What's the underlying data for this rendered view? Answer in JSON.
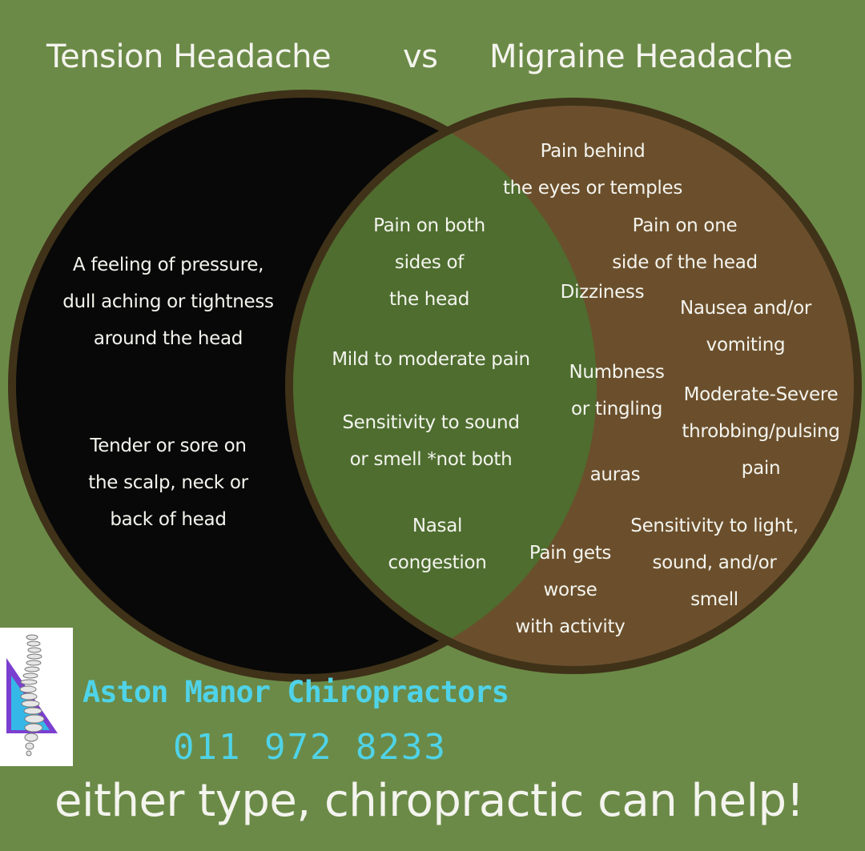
{
  "header": {
    "left_title": "Tension  Headache",
    "vs": "vs",
    "right_title": "Migraine Headache"
  },
  "colors": {
    "background": "#6b8a47",
    "tension_circle": "#080808",
    "migraine_circle": "#6b4f2c",
    "overlap": "#4e6d2f",
    "circle_border": "#3f3219",
    "brand_text": "#4fd3e8"
  },
  "tension_only": [
    "A feeling of pressure,\ndull aching or tightness\naround the head",
    "Tender or sore on\nthe scalp, neck or\nback of head"
  ],
  "both": [
    "Pain on both\nsides of\nthe head",
    "Mild to moderate pain",
    "Sensitivity to sound\nor smell *not both",
    "Nasal\ncongestion"
  ],
  "migraine_only": [
    "Pain behind\nthe eyes or temples",
    "Pain on one\nside of the head",
    "Dizziness",
    "Nausea and/or\nvomiting",
    "Numbness\nor tingling",
    "Moderate-Severe\nthrobbing/pulsing\npain",
    "auras",
    "Sensitivity to  light,\nsound, and/or\nsmell",
    "Pain gets\nworse\nwith activity"
  ],
  "brand": {
    "logo_icon": "spine-icon",
    "name": "Aston Manor Chiropractors",
    "phone": "011 972 8233"
  },
  "tagline": "either type, chiropractic can help!"
}
